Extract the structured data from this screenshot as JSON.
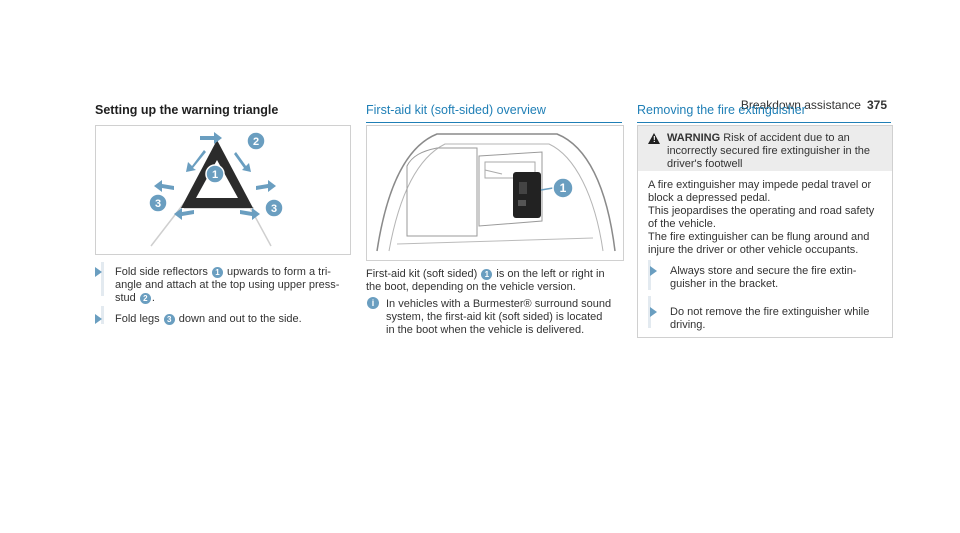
{
  "header": {
    "section": "Breakdown assistance",
    "page": "375"
  },
  "col1": {
    "title": "Setting up the warning triangle",
    "figure_callouts": [
      "1",
      "2",
      "3",
      "3"
    ],
    "steps": [
      {
        "pre": "Fold side reflectors ",
        "num": "1",
        "post": " upwards to form a tri-",
        "line2": "angle and attach at the top using upper press-",
        "line3pre": "stud ",
        "line3num": "2",
        "line3post": "."
      },
      {
        "pre": "Fold legs ",
        "num": "3",
        "post": " down and out to the side."
      }
    ]
  },
  "col2": {
    "title": "First-aid kit (soft-sided) overview",
    "figure_callout": "1",
    "para_line1_pre": "First-aid kit (soft sided) ",
    "para_num": "1",
    "para_line1_post": " is on the left or right in",
    "para_line2": "the boot, depending on the vehicle version.",
    "note_icon": "i",
    "note_line1": "In vehicles with a Burmester® surround sound",
    "note_line2": "system, the first-aid kit (soft sided) is located",
    "note_line3": "in the boot when the vehicle is delivered."
  },
  "col3": {
    "title": "Removing the fire extinguisher",
    "warning_label": "WARNING",
    "warning_line1": " Risk of accident due to an",
    "warning_line2": "incorrectly secured fire extinguisher in the",
    "warning_line3": "driver's footwell",
    "body": [
      "A fire extinguisher may impede pedal travel or",
      "block a depressed pedal.",
      "This jeopardises the operating and road safety",
      "of the vehicle.",
      "The fire extinguisher can be flung around and",
      "injure the driver or other vehicle occupants."
    ],
    "steps": [
      {
        "line1": "Always store and secure the fire extin-",
        "line2": "guisher in the bracket."
      },
      {
        "line1": "Do not remove the fire extinguisher while",
        "line2": "driving."
      }
    ]
  }
}
